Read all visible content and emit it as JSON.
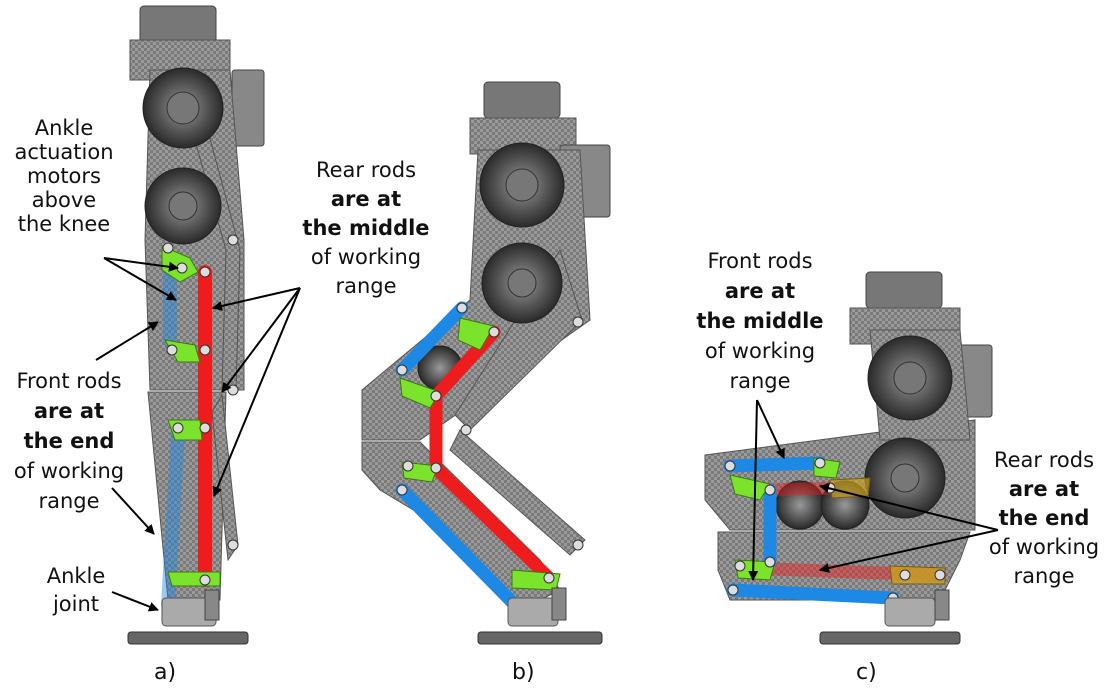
{
  "panels": [
    "a)",
    "b)",
    "c)"
  ],
  "annotations": {
    "ankle_motors": [
      "Ankle",
      "actuation",
      "motors",
      "above",
      "the knee"
    ],
    "rear_rods_a": {
      "l1": "Rear rods",
      "l2": "are at",
      "l3": "the middle",
      "l4": "of working",
      "l5": "range"
    },
    "front_rods_a": {
      "l1": "Front rods",
      "l2": "are at",
      "l3": "the end",
      "l4": "of working",
      "l5": "range"
    },
    "ankle_joint": [
      "Ankle",
      "joint"
    ],
    "front_rods_c": {
      "l1": "Front rods",
      "l2": "are at",
      "l3": "the middle",
      "l4": "of working",
      "l5": "range"
    },
    "rear_rods_c": {
      "l1": "Rear rods",
      "l2": "are at",
      "l3": "the end",
      "l4": "of working",
      "l5": "range"
    }
  },
  "colors": {
    "frame": "#8a8a8a",
    "frame_dark": "#5a5a5a",
    "motor": "#444444",
    "rear_rod": "#ee1c1c",
    "front_rod": "#1e88e5",
    "bracket": "#7be32b",
    "ankle_bracket": "#c8a020"
  }
}
